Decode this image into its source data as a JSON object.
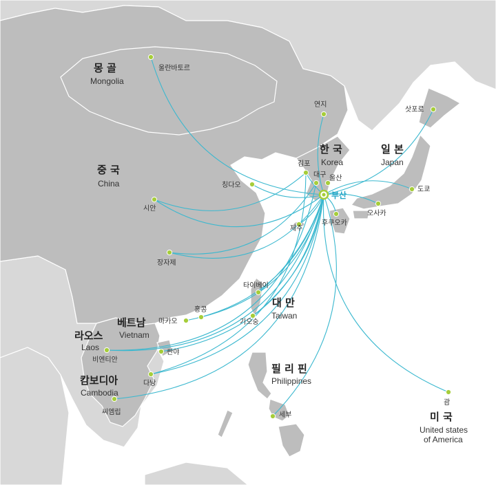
{
  "colors": {
    "land_dark": "#bdbdbd",
    "land_light": "#d8d8d8",
    "water": "#ffffff",
    "route": "#3bb8cf",
    "city_dot": "#a6cd3a",
    "hub_ring": "#a6cd3a",
    "hub_label": "#22a4c6"
  },
  "hub": {
    "name": "부산"
  },
  "countries": {
    "mongolia": {
      "ko": "몽 골",
      "en": "Mongolia"
    },
    "china": {
      "ko": "중 국",
      "en": "China"
    },
    "korea": {
      "ko": "한 국",
      "en": "Korea"
    },
    "japan": {
      "ko": "일 본",
      "en": "Japan"
    },
    "taiwan": {
      "ko": "대 만",
      "en": "Taiwan"
    },
    "vietnam": {
      "ko": "베트남",
      "en": "Vietnam"
    },
    "laos": {
      "ko": "라오스",
      "en": "Laos"
    },
    "cambodia": {
      "ko": "캄보디아",
      "en": "Cambodia"
    },
    "philippines": {
      "ko": "필 리 핀",
      "en": "Philippines"
    },
    "usa": {
      "ko": "미 국",
      "en_line1": "United states",
      "en_line2": "of America"
    }
  },
  "cities": {
    "ulaanbaatar": "울란바토르",
    "yanji": "연지",
    "sapporo": "삿포로",
    "gimpo": "김포",
    "daegu": "대구",
    "ulsan": "울산",
    "qingdao": "칭다오",
    "tokyo": "도쿄",
    "osaka": "오사카",
    "fukuoka": "후쿠오카",
    "jeju": "제주",
    "xian": "시안",
    "zhangjiajie": "장자제",
    "taipei": "타이베이",
    "kaohsiung": "기오숭",
    "hongkong": "홍콩",
    "macau": "마카오",
    "sanya": "싼야",
    "vientiane": "비엔티안",
    "danang": "다낭",
    "siemreap": "씨엠립",
    "cebu": "세부",
    "guam": "괌"
  }
}
